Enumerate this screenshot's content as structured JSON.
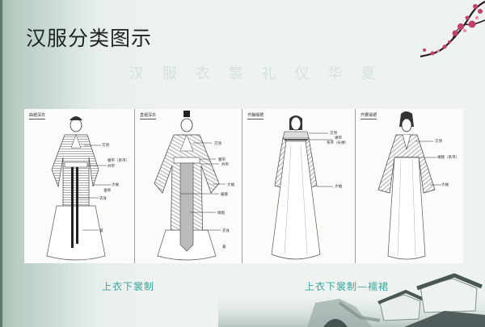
{
  "slide": {
    "title": "汉服分类图示",
    "background_colors": {
      "left_band": "#a9c1b5",
      "main": "#eef3f0",
      "caption": "#3aa3a0"
    },
    "background_calligraphy": [
      "汉",
      "服",
      "衣",
      "裳",
      "礼",
      "仪",
      "华",
      "夏"
    ],
    "decorations": [
      "plum-blossom-branch",
      "ink-wash-village-bridge"
    ]
  },
  "panels": [
    {
      "label": "曲裾深衣",
      "notes": [
        "交领",
        "腰带（系带）",
        "衿带",
        "大袖",
        "垂绦",
        "衣身",
        "裳"
      ]
    },
    {
      "label": "直裾深衣",
      "notes": [
        "交领",
        "腰带",
        "衿带",
        "大袖",
        "蔽膝",
        "佩绶",
        "衣身",
        "裳"
      ]
    },
    {
      "label": "齐胸襦裙",
      "notes": [
        "交领",
        "裙带",
        "系带（长裙）",
        "大袖"
      ]
    },
    {
      "label": "齐腰襦裙",
      "notes": [
        "交领",
        "裙腰（系带）",
        "大袖"
      ]
    }
  ],
  "captions": {
    "left": "上衣下裳制",
    "right": "上衣下裳制—襦裙"
  }
}
